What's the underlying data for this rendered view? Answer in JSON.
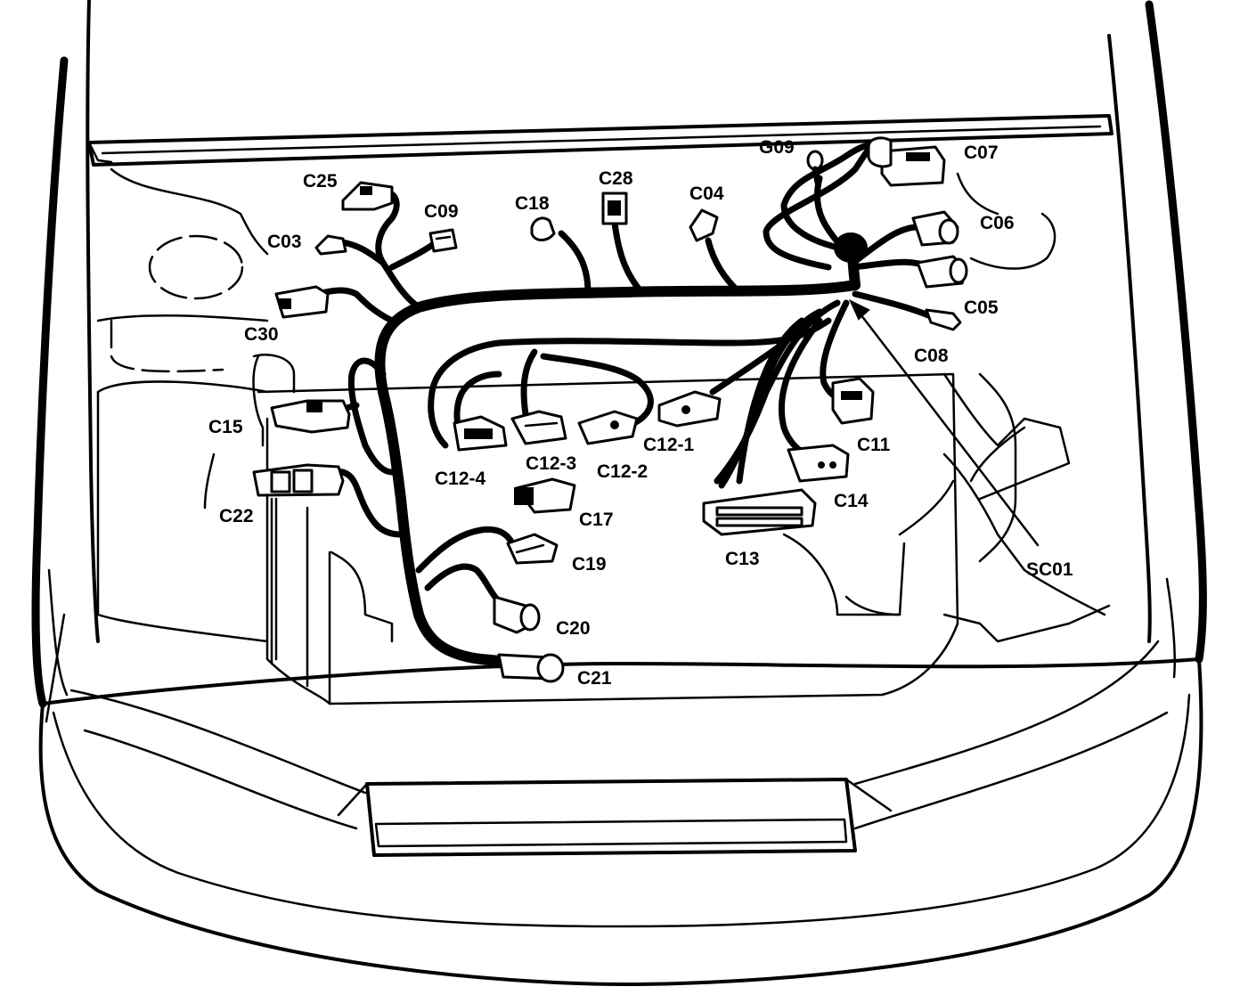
{
  "diagram": {
    "labels": {
      "g09": "G09",
      "c07": "C07",
      "c25": "C25",
      "c09": "C09",
      "c18": "C18",
      "c28": "C28",
      "c04": "C04",
      "c06": "C06",
      "c03": "C03",
      "c05": "C05",
      "c30": "C30",
      "c08": "C08",
      "c15": "C15",
      "c12_1": "C12-1",
      "c11": "C11",
      "c12_4": "C12-4",
      "c12_3": "C12-3",
      "c12_2": "C12-2",
      "c17": "C17",
      "c14": "C14",
      "c22": "C22",
      "c19": "C19",
      "c13": "C13",
      "sc01": "SC01",
      "c20": "C20",
      "c21": "C21"
    },
    "colors": {
      "line": "#000000",
      "background": "#ffffff"
    }
  }
}
